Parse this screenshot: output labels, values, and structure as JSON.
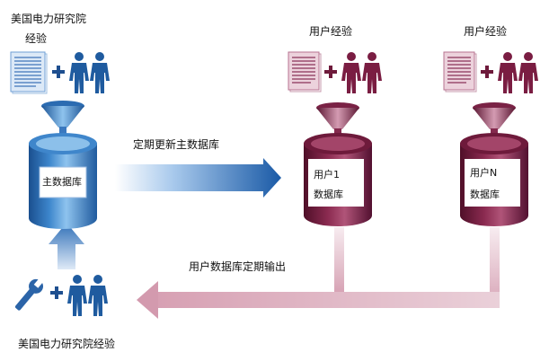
{
  "colors": {
    "blue": "#2a6db4",
    "blue_dark": "#1a4f8f",
    "blue_light": "#8ec3ee",
    "maroon": "#6e1a3b",
    "maroon_dark": "#4f0f28",
    "maroon_light": "#c88aa2",
    "doc_blue": "#a9c7ea",
    "doc_maroon": "#c37b93",
    "flow_pink": "#e2bcc8"
  },
  "labels": {
    "top_left_line1": "美国电力研究院",
    "top_left_line2": "经验",
    "user1_header": "用户经验",
    "userN_header": "用户经验",
    "main_db": "主数据库",
    "user1_db_line1": "用户1",
    "user1_db_line2": "数据库",
    "userN_db_line1": "用户N",
    "userN_db_line2": "数据库",
    "update_arrow": "定期更新主数据库",
    "output_arrow": "用户数据库定期输出",
    "bottom_left": "美国电力研究院经验"
  },
  "icons": {
    "document": "document-icon",
    "people": "people-icon",
    "wrench": "wrench-icon",
    "plus": "plus-icon",
    "funnel": "funnel-icon",
    "database": "database-cylinder-icon"
  }
}
